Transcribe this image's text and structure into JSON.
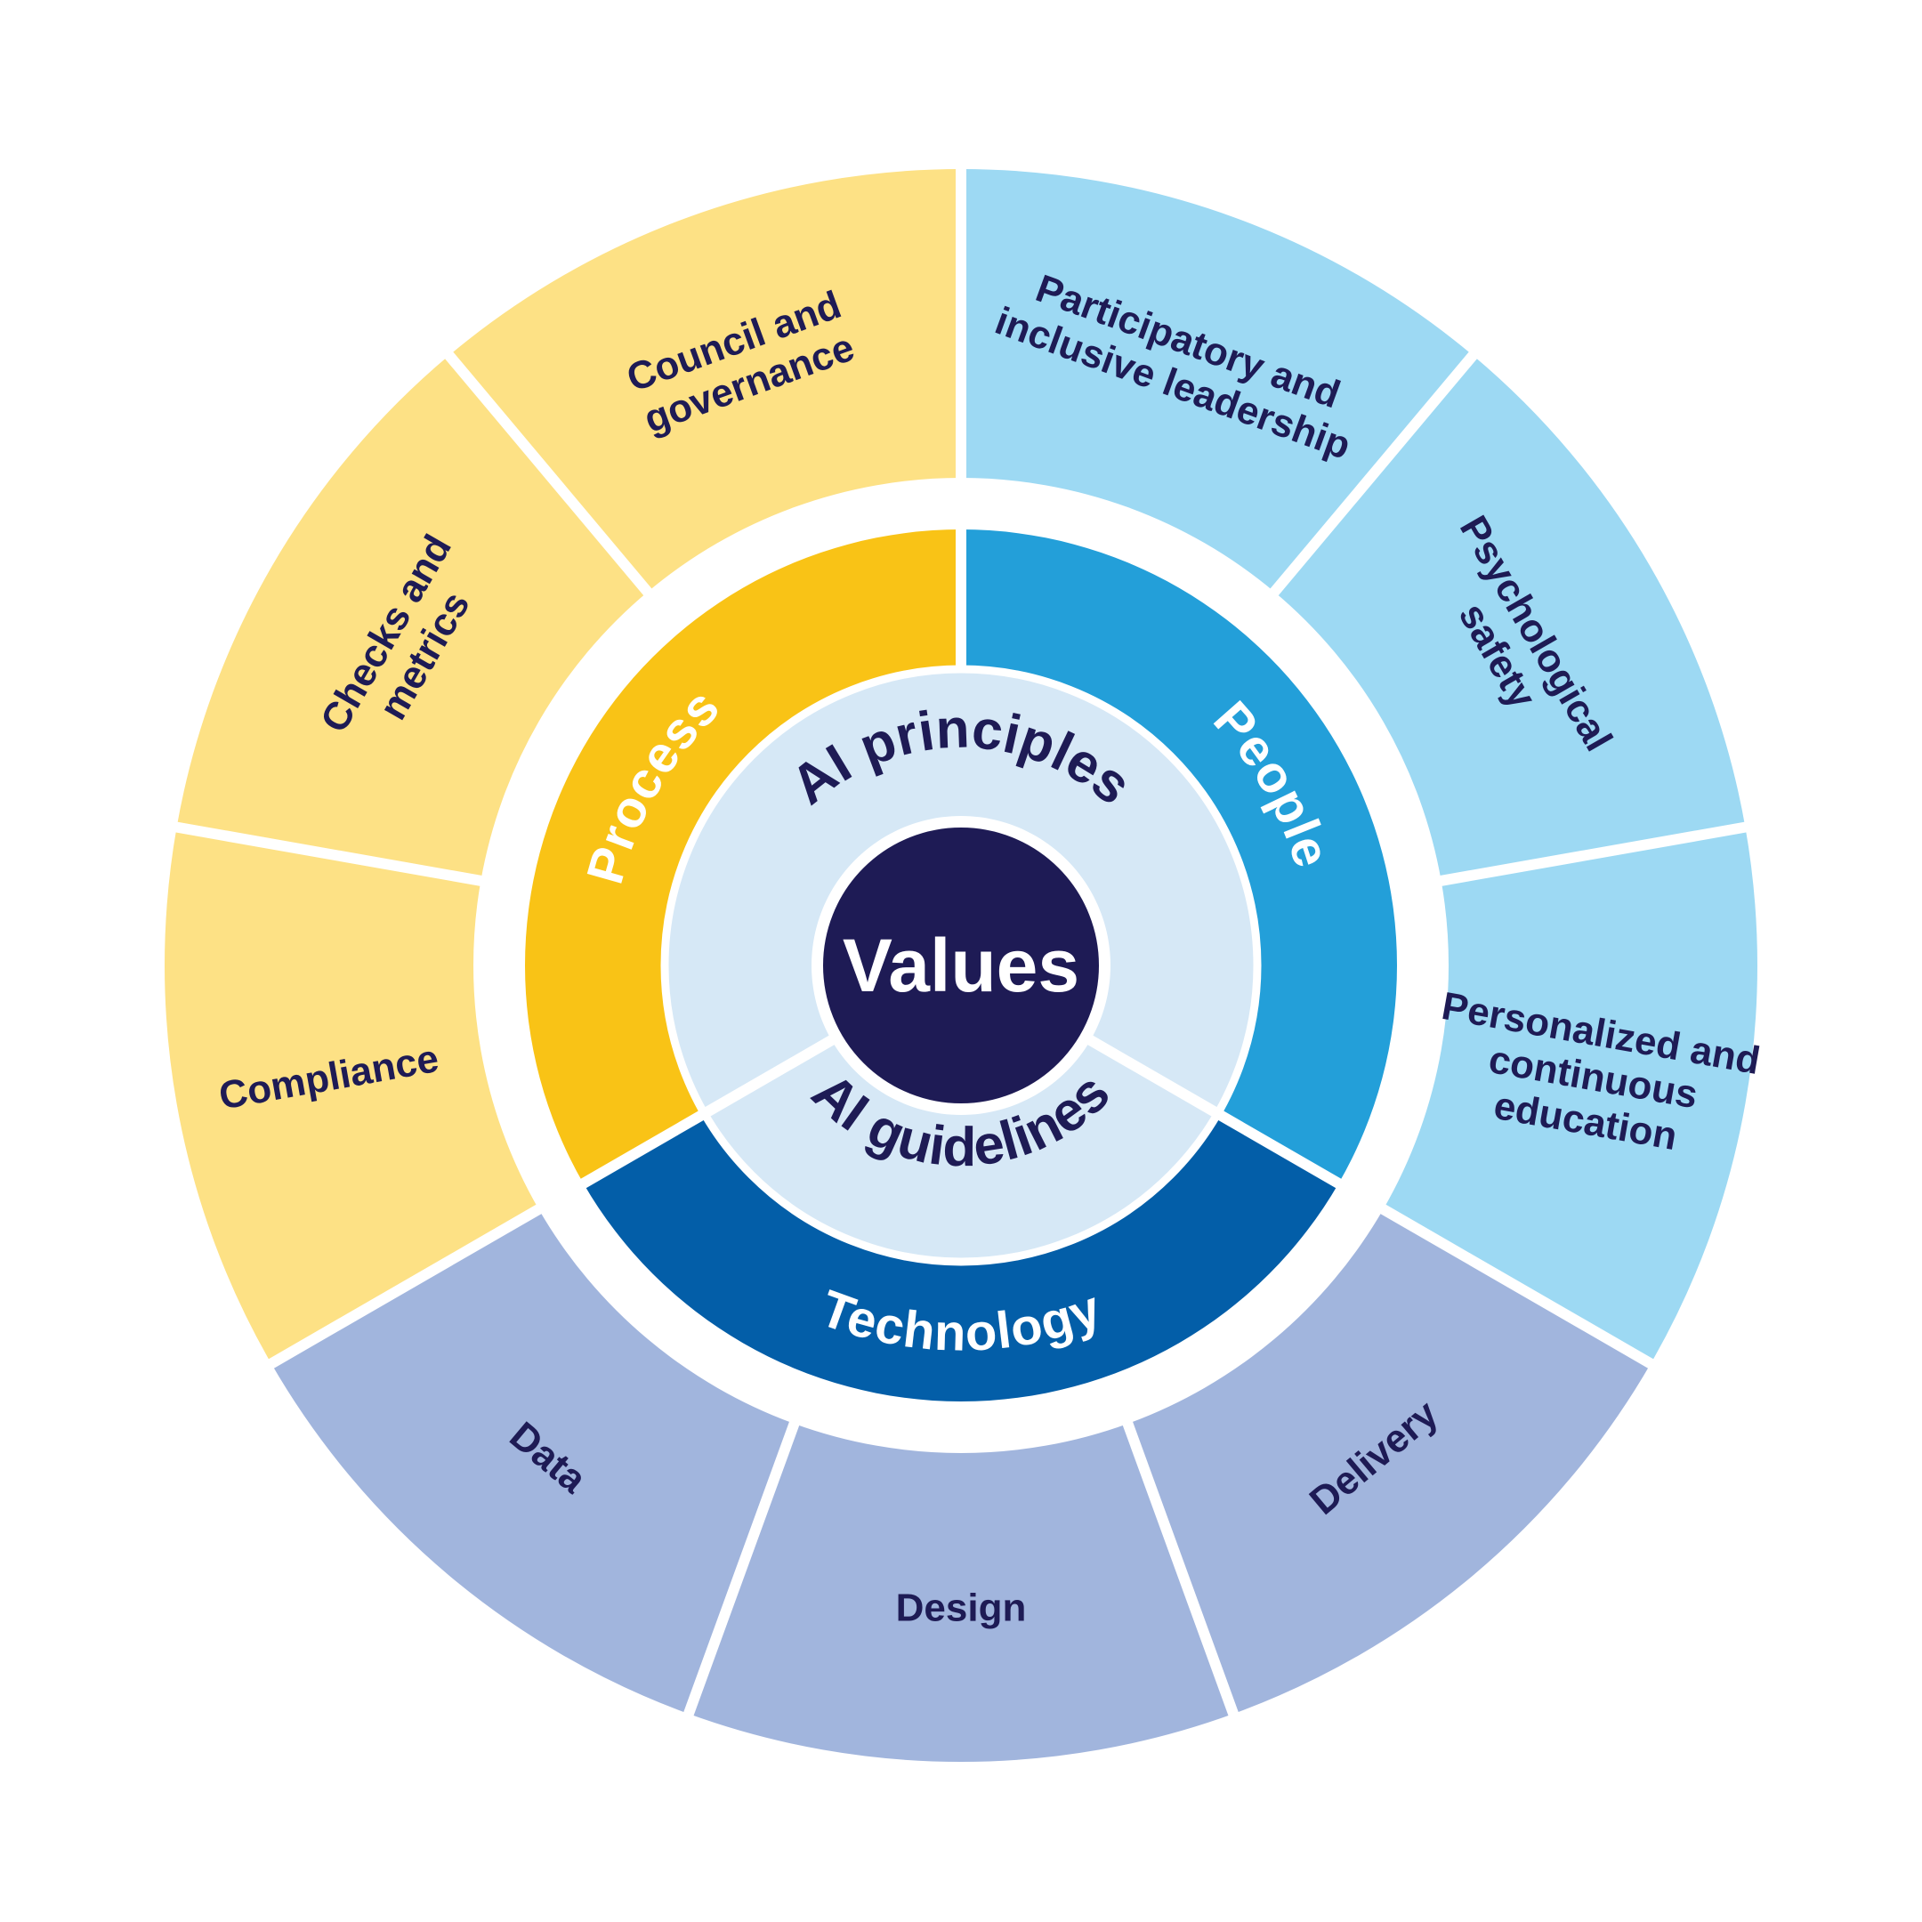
{
  "diagram": {
    "core": {
      "label": "Values",
      "color": "#1e1b55",
      "text_color": "#ffffff"
    },
    "ai_ring": {
      "color": "#d6e8f6",
      "text_color": "#1e1b55",
      "segments": [
        {
          "label": "AI principles",
          "start_deg": 240,
          "end_deg": 480
        },
        {
          "label": "AI guidelines",
          "start_deg": 120,
          "end_deg": 240
        }
      ]
    },
    "pillars": [
      {
        "id": "people",
        "label": "People",
        "color": "#239fd9",
        "start_deg": 0,
        "end_deg": 120
      },
      {
        "id": "technology",
        "label": "Technology",
        "color": "#035ea8",
        "start_deg": 120,
        "end_deg": 240
      },
      {
        "id": "process",
        "label": "Process",
        "color": "#f9c316",
        "start_deg": 240,
        "end_deg": 360
      }
    ],
    "outer_segments": [
      {
        "pillar": "people",
        "lines": [
          "Participatory and",
          "inclusive leadership"
        ],
        "color": "#9dd9f3"
      },
      {
        "pillar": "people",
        "lines": [
          "Psychological",
          "safety"
        ],
        "color": "#9dd9f3"
      },
      {
        "pillar": "people",
        "lines": [
          "Personalized and",
          "continuous",
          "education"
        ],
        "color": "#9dd9f3"
      },
      {
        "pillar": "technology",
        "lines": [
          "Delivery"
        ],
        "color": "#a1b5dd"
      },
      {
        "pillar": "technology",
        "lines": [
          "Design"
        ],
        "color": "#a1b5dd"
      },
      {
        "pillar": "technology",
        "lines": [
          "Data"
        ],
        "color": "#a1b5dd"
      },
      {
        "pillar": "process",
        "lines": [
          "Compliance"
        ],
        "color": "#fde185"
      },
      {
        "pillar": "process",
        "lines": [
          "Checks and",
          "metrics"
        ],
        "color": "#fde185"
      },
      {
        "pillar": "process",
        "lines": [
          "Council and",
          "governance"
        ],
        "color": "#fde185"
      }
    ],
    "outer_text_color": "#1e1b55"
  }
}
